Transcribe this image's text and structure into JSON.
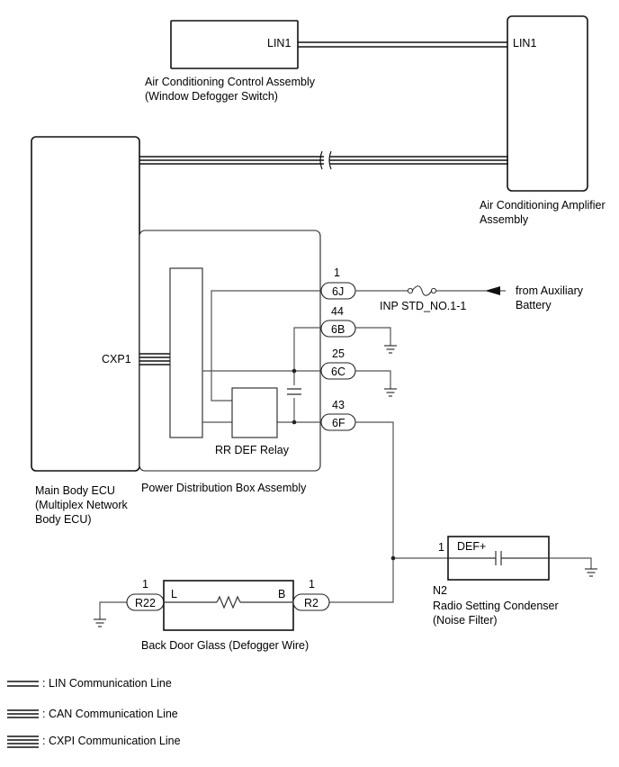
{
  "components": {
    "ac_control": {
      "connector": "LIN1",
      "name_line1": "Air Conditioning Control Assembly",
      "name_line2": "(Window Defogger Switch)"
    },
    "ac_amplifier": {
      "connector": "LIN1",
      "name_line1": "Air Conditioning Amplifier",
      "name_line2": "Assembly"
    },
    "main_body_ecu": {
      "connector": "CXP1",
      "name_line1": "Main Body ECU",
      "name_line2": "(Multiplex Network",
      "name_line3": "Body ECU)"
    },
    "power_box": {
      "name": "Power Distribution Box Assembly",
      "relay": "RR DEF Relay"
    },
    "fuse": {
      "label": "INP STD_NO.1-1",
      "source_line1": "from Auxiliary",
      "source_line2": "Battery"
    },
    "condenser": {
      "code": "N2",
      "terminal": "DEF+",
      "pin": "1",
      "name_line1": "Radio Setting Condenser",
      "name_line2": "(Noise Filter)"
    },
    "back_door_glass": {
      "name": "Back Door Glass (Defogger Wire)",
      "left_terminal": "L",
      "right_terminal": "B"
    }
  },
  "pins": [
    {
      "number": "1",
      "connector": "6J"
    },
    {
      "number": "44",
      "connector": "6B"
    },
    {
      "number": "25",
      "connector": "6C"
    },
    {
      "number": "43",
      "connector": "6F"
    }
  ],
  "bottom_connectors": [
    {
      "number": "1",
      "connector": "R22"
    },
    {
      "number": "1",
      "connector": "R2"
    }
  ],
  "legend": [
    {
      "label": ": LIN Communication Line"
    },
    {
      "label": ": CAN Communication Line"
    },
    {
      "label": ": CXPI Communication Line"
    }
  ]
}
